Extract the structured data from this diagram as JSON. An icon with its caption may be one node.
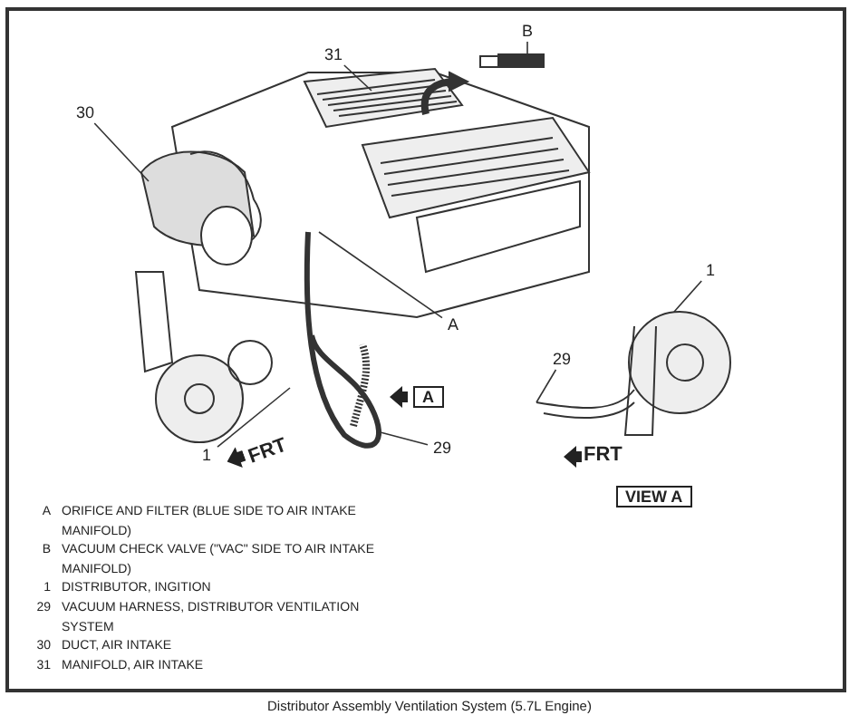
{
  "diagram": {
    "caption": "Distributor Assembly Ventilation System (5.7L Engine)",
    "nodes": [
      {
        "text": [
          "31"
        ]
      },
      {
        "text": [
          "B"
        ]
      },
      {
        "text": [
          "30"
        ]
      },
      {
        "text": [
          "A"
        ]
      },
      {
        "text": [
          "1"
        ]
      },
      {
        "text": [
          "29"
        ]
      },
      {
        "text": [
          "1"
        ]
      },
      {
        "text": [
          "29"
        ]
      }
    ],
    "edges": [
      {
        "from": 0,
        "to": null,
        "arrow": "none"
      },
      {
        "from": 1,
        "to": null,
        "arrow": "none"
      },
      {
        "from": 2,
        "to": null,
        "arrow": "none"
      },
      {
        "from": 3,
        "to": null,
        "arrow": "none"
      },
      {
        "from": 4,
        "to": null,
        "arrow": "none"
      },
      {
        "from": 5,
        "to": null,
        "arrow": "none"
      },
      {
        "from": 6,
        "to": null,
        "arrow": "none"
      },
      {
        "from": 7,
        "to": null,
        "arrow": "none"
      }
    ],
    "labels": [
      "A",
      "FRT",
      "FRT",
      "VIEW A",
      "A",
      "ORIFICE AND FILTER (BLUE SIDE TO AIR INTAKE MANIFOLD)",
      "B",
      "VACUUM CHECK VALVE (\"VAC\" SIDE TO AIR INTAKE MANIFOLD)",
      "1",
      "DISTRIBUTOR, INGITION",
      "29",
      "VACUUM HARNESS, DISTRIBUTOR VENTILATION SYSTEM",
      "30",
      "DUCT, AIR INTAKE",
      "31",
      "MANIFOLD, AIR INTAKE"
    ]
  }
}
